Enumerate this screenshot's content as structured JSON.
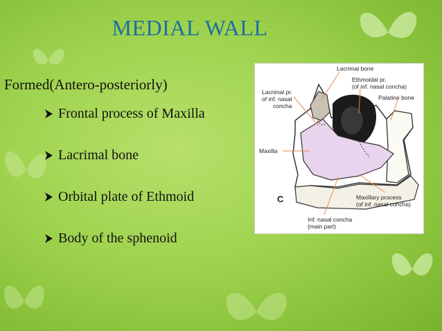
{
  "slide": {
    "title": "MEDIAL WALL",
    "subtitle": "Formed(Antero-posteriorly)",
    "bullets": [
      {
        "text": "Frontal process of Maxilla"
      },
      {
        "text": "Lacrimal bone"
      },
      {
        "text": "Orbital plate of Ethmoid"
      },
      {
        "text": "Body of the sphenoid"
      }
    ],
    "bullet_icon": "arrow-bullet-icon"
  },
  "figure": {
    "labels": {
      "lacrimal_bone": "Lacrimal bone",
      "lacrimal_pr_1": "Lacrimal pr.",
      "lacrimal_pr_2": "of inf. nasal",
      "lacrimal_pr_3": "concha",
      "ethmoidal_pr_1": "Ethmoidal pr.",
      "ethmoidal_pr_2": "(of inf. nasal concha)",
      "palatine_bone": "Palatine bone",
      "maxilla": "Maxilla",
      "panel_letter": "C",
      "maxillary_pr_1": "Maxillary process",
      "maxillary_pr_2": "(of inf. nasal concha)",
      "inf_concha_1": "Inf. nasal concha",
      "inf_concha_2": "(main part)"
    }
  },
  "colors": {
    "title": "#1f6fa0",
    "background": "#9fd34f",
    "concha": "#e9d4ee",
    "leader_lines": "#e88a4a"
  }
}
